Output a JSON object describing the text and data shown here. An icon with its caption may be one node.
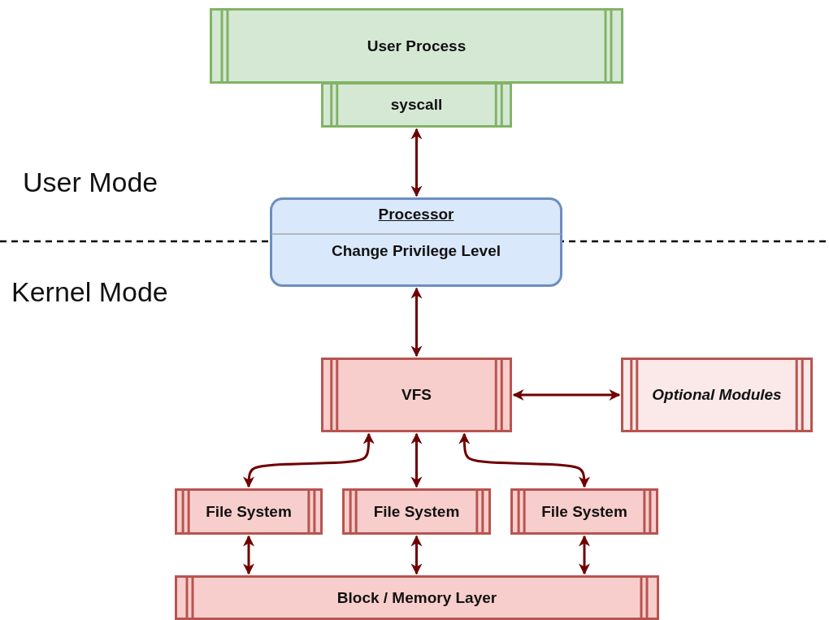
{
  "diagram": {
    "nodes": [
      {
        "text": [
          "User Process"
        ]
      },
      {
        "text": [
          "syscall"
        ]
      },
      {
        "text": [
          "Processor",
          "Change Privilege Level"
        ]
      },
      {
        "text": [
          "VFS"
        ]
      },
      {
        "text": [
          "Optional Modules"
        ]
      },
      {
        "text": [
          "File System"
        ]
      },
      {
        "text": [
          "File System"
        ]
      },
      {
        "text": [
          "File System"
        ]
      },
      {
        "text": [
          "Block / Memory Layer"
        ]
      }
    ],
    "edges": [
      {
        "from": 1,
        "to": 2,
        "arrow": "both"
      },
      {
        "from": 2,
        "to": 3,
        "arrow": "both"
      },
      {
        "from": 3,
        "to": 4,
        "arrow": "both"
      },
      {
        "from": 3,
        "to": 5,
        "arrow": "both"
      },
      {
        "from": 3,
        "to": 6,
        "arrow": "both"
      },
      {
        "from": 3,
        "to": 7,
        "arrow": "both"
      },
      {
        "from": 5,
        "to": 8,
        "arrow": "both"
      },
      {
        "from": 6,
        "to": 8,
        "arrow": "both"
      },
      {
        "from": 7,
        "to": 8,
        "arrow": "both"
      }
    ],
    "labels": [
      "User Mode",
      "Kernel Mode"
    ]
  }
}
